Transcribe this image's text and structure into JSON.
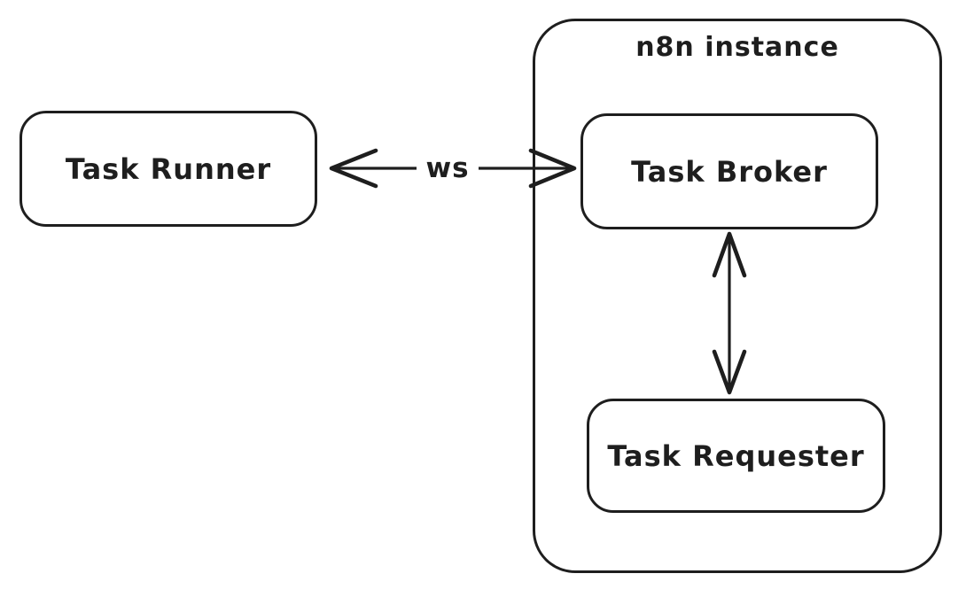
{
  "colors": {
    "background": "#ffffff",
    "stroke": "#1e1e1e"
  },
  "container": {
    "label": "n8n instance"
  },
  "nodes": {
    "task_runner": {
      "label": "Task Runner"
    },
    "task_broker": {
      "label": "Task Broker"
    },
    "task_requester": {
      "label": "Task Requester"
    }
  },
  "edges": {
    "runner_broker": {
      "label": "ws",
      "direction": "bidirectional"
    },
    "broker_requester": {
      "label": "",
      "direction": "bidirectional"
    }
  }
}
